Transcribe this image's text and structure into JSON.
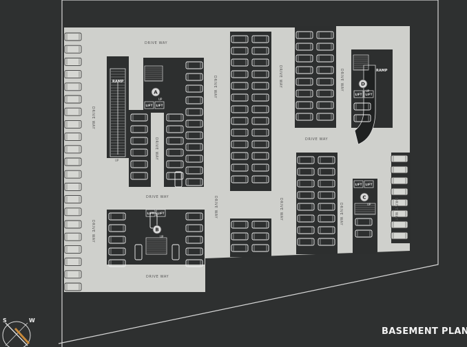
{
  "title": "BASEMENT PLAN",
  "labels": {
    "drive_way": "DRIVE WAY",
    "ramp": "RAMP",
    "lift": "LIFT",
    "up": "UP"
  },
  "cores": [
    "A",
    "B",
    "C",
    "D"
  ],
  "compass": [
    "S",
    "W"
  ],
  "colors": {
    "background": "#2e3030",
    "floor": "#cfd0cc",
    "block": "#2d2f2f",
    "line": "#e8e8e8"
  }
}
